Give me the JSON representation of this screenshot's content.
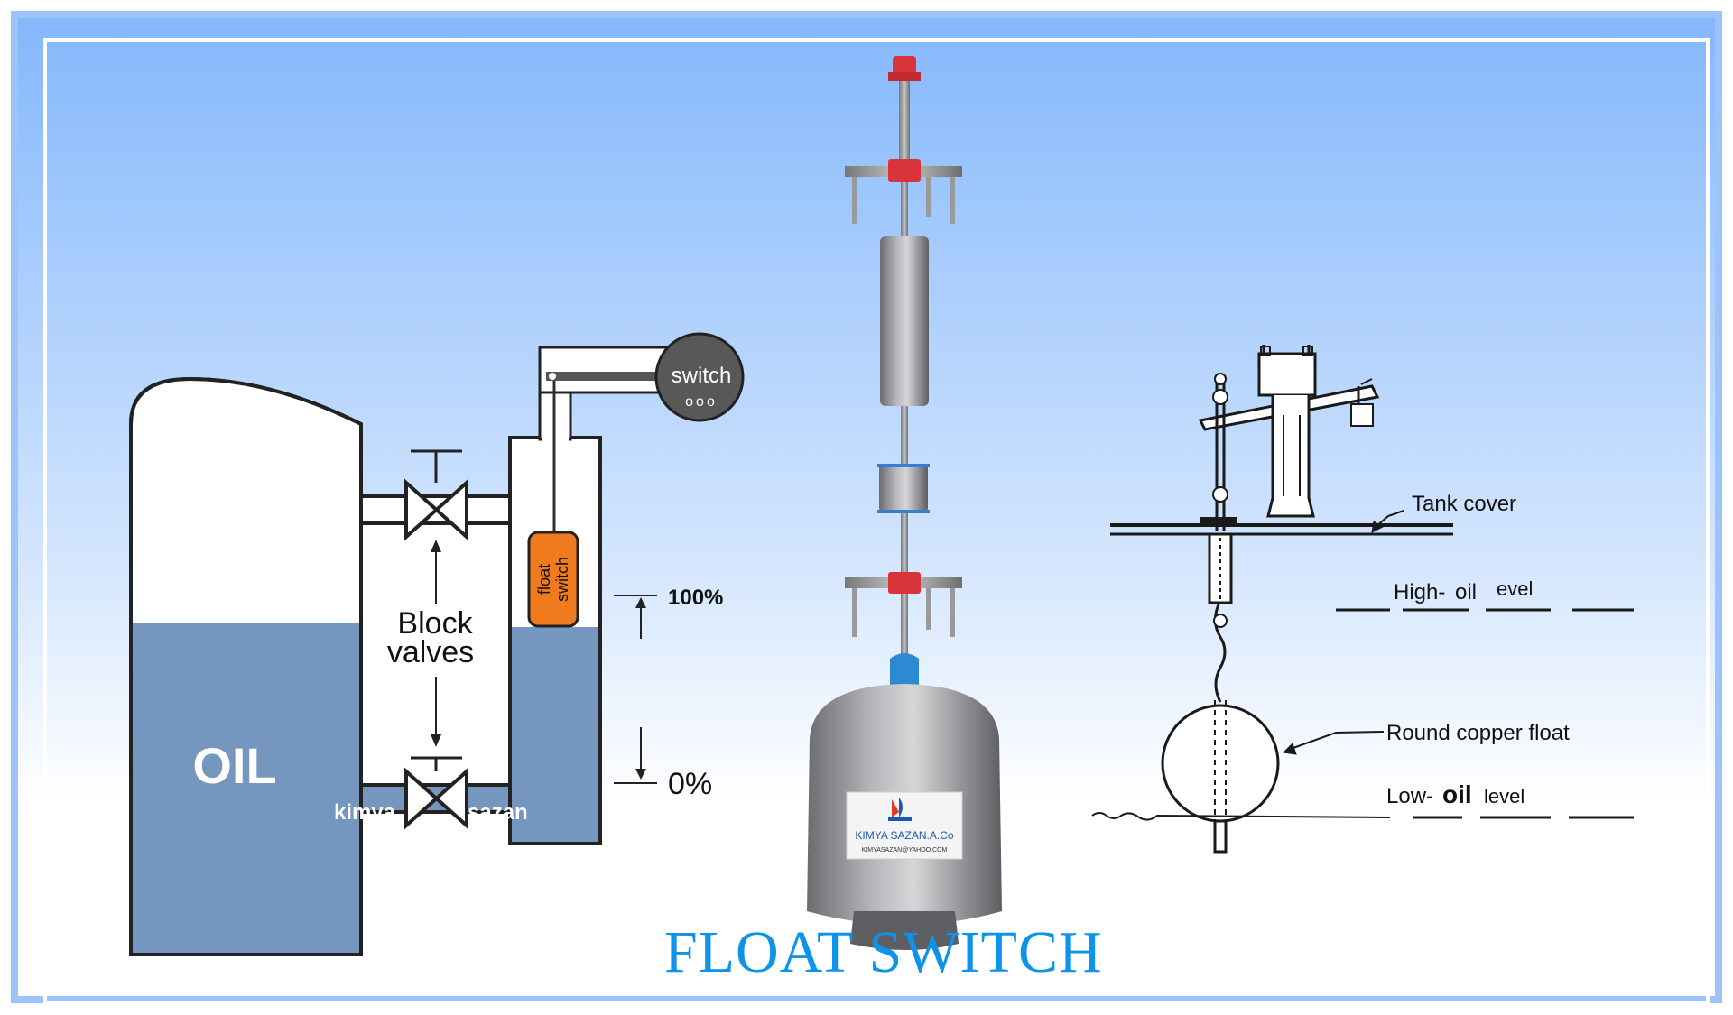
{
  "title": "FLOAT SWITCH",
  "left_diagram": {
    "tank_label": "OIL",
    "switch_label": "switch",
    "switch_dots": "ooo",
    "float_label_line1": "float",
    "float_label_line2": "switch",
    "valves_label_line1": "Block",
    "valves_label_line2": "valves",
    "level_high": "100%",
    "level_low": "0%",
    "watermark_left": "kimya",
    "watermark_right": "sazan"
  },
  "photo": {
    "label_line1": "KIMYA SAZAN.A.Co",
    "label_line2": "KIMYASAZAN@YAHOO.COM"
  },
  "right_diagram": {
    "tank_cover": "Tank cover",
    "high_level_a": "High-",
    "high_level_b": "oil",
    "high_level_c": "evel",
    "copper_float": "Round copper float",
    "low_level_a": "Low-",
    "low_level_b": "oil",
    "low_level_c": "level"
  },
  "colors": {
    "oil": "#7596bf",
    "float": "#f07a1e",
    "title": "#0d93e8",
    "frame": "#83b7fb"
  }
}
